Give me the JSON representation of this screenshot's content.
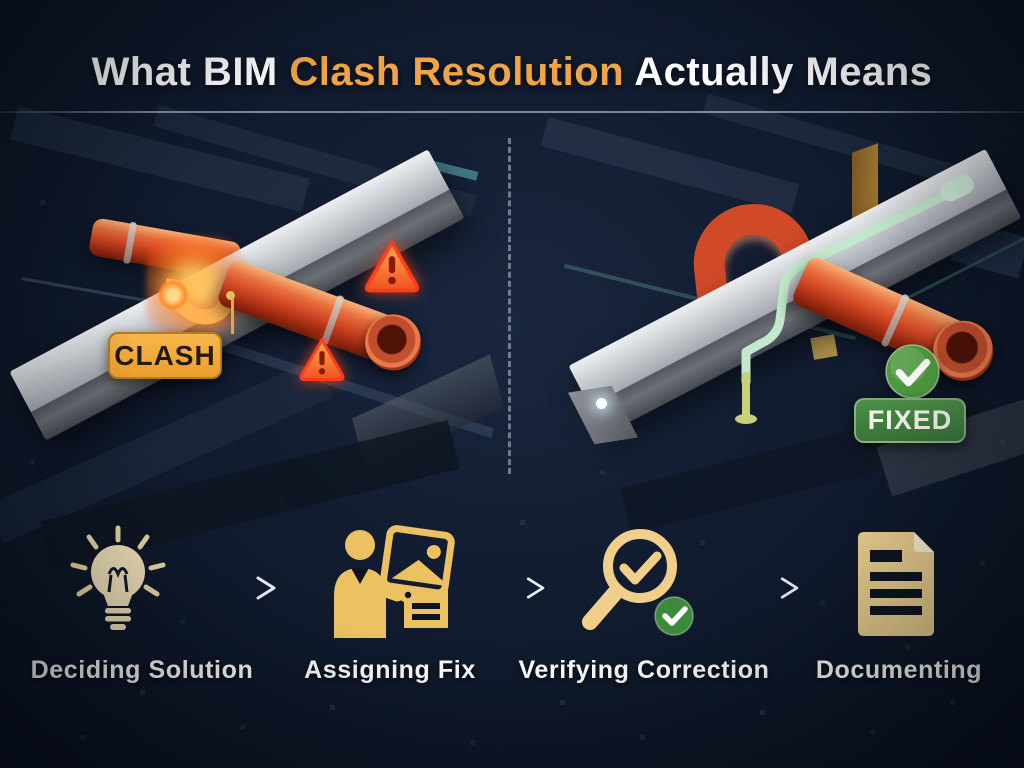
{
  "header": {
    "title_prefix": "What BIM ",
    "title_highlight": "Clash Resolution",
    "title_suffix": " Actually Means"
  },
  "before_panel": {
    "badge_label": "CLASH",
    "warning_icon": "warning-triangle",
    "scene": "red pipe colliding with gray structural beam"
  },
  "after_panel": {
    "badge_label": "FIXED",
    "status_icon": "check-circle",
    "scene": "red pipe rerouted over beam with green routing pipe"
  },
  "workflow": {
    "connector_icon": "dashed-arrow-right",
    "steps": [
      {
        "icon": "lightbulb-icon",
        "label": "Deciding Solution"
      },
      {
        "icon": "worker-clipboard-icon",
        "label": "Assigning Fix"
      },
      {
        "icon": "magnifier-check-icon",
        "label": "Verifying Correction"
      },
      {
        "icon": "document-icon",
        "label": "Documenting"
      }
    ]
  },
  "colors": {
    "background": "#0C1422",
    "accent_orange": "#F0A443",
    "clash_badge_bg": "#F2A93C",
    "clash_badge_text": "#221B0D",
    "warning_red": "#F53C1E",
    "fixed_green": "#3F8040",
    "check_green": "#4E9C3F",
    "icon_gold": "#ECC979",
    "label_text": "#FFFFFF"
  }
}
